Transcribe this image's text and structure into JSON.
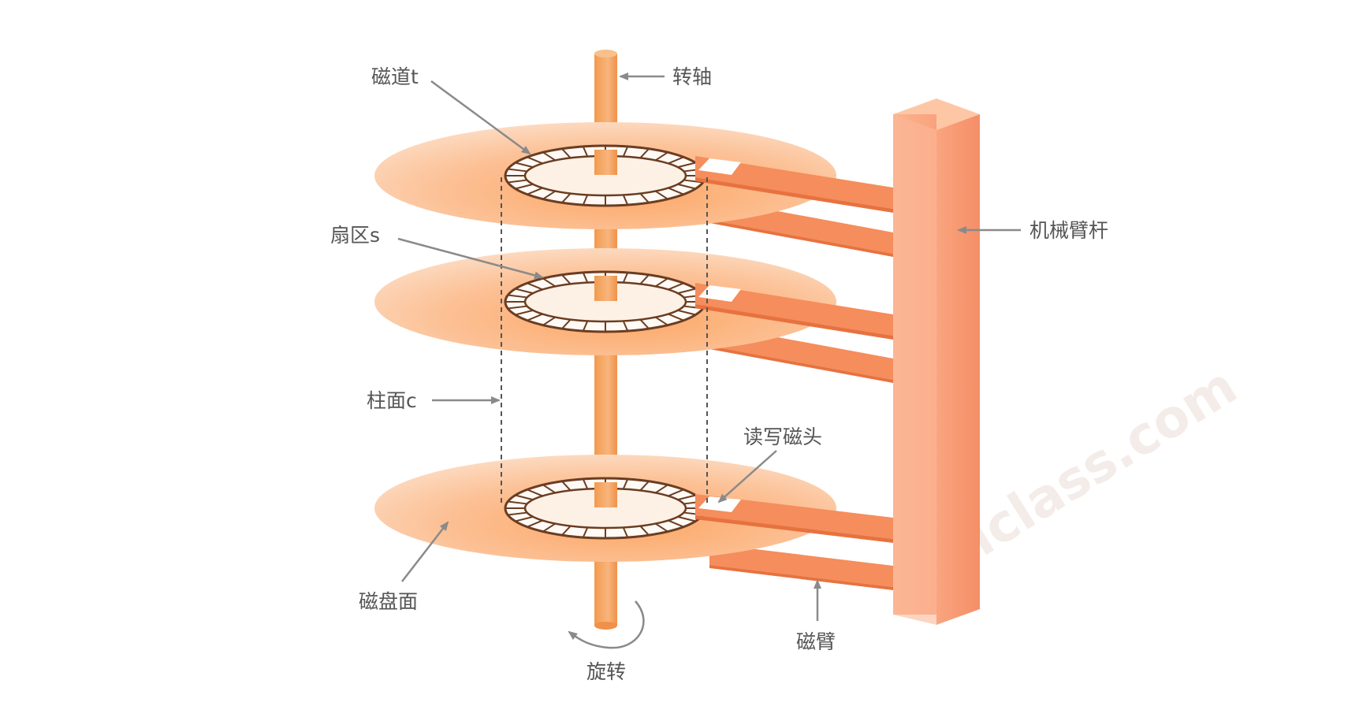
{
  "labels": {
    "track": "磁道t",
    "spindle": "转轴",
    "sector": "扇区s",
    "actuator_arm": "机械臂杆",
    "cylinder": "柱面c",
    "rw_head": "读写磁头",
    "platter_surface": "磁盘面",
    "rotation": "旋转",
    "disk_arm": "磁臂"
  },
  "watermark": "ydlclass.com",
  "colors": {
    "platter": "#fcb782",
    "platter_light": "#fde5d3",
    "spindle": "#f4a15e",
    "arm": "#f58d5c",
    "actuator": "#f8a47f",
    "track_ring": "#6b3d22",
    "label": "#555555",
    "arrow": "#8a8a8a"
  }
}
